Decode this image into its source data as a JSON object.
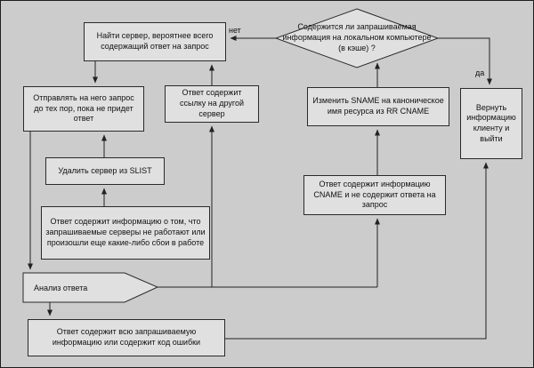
{
  "diagram": {
    "decision": "Содержится ли запрашиваемая информация на локальном компьютере (в кэше) ?",
    "labels": {
      "no": "нет",
      "yes": "да"
    },
    "nodes": {
      "find_server": "Найти сервер, вероятнее всего содержащий ответ на запрос",
      "send_query": "Отправлять на него запрос до тех пор, пока не придет ответ",
      "referral": "Ответ содержит ссылку на другой сервер",
      "change_sname": "Изменить SNAME на каноническое имя ресурса из RR CNAME",
      "return_info": "Вернуть информацию клиенту и выйти",
      "delete_server": "Удалить сервер из SLIST",
      "cname_answer": "Ответ содержит информацию CNAME и не содержит ответа на запрос",
      "server_failure": "Ответ содержит информацию о том, что запрашиваемые серверы не работают или произошли еще какие-либо сбои в работе",
      "analyze": "Анализ ответа",
      "full_answer": "Ответ содержит всю запрашиваемую информацию или содержит код ошибки"
    },
    "colors": {
      "background": "#cccccc",
      "box_fill": "#e0e0e0",
      "line": "#222222"
    }
  }
}
